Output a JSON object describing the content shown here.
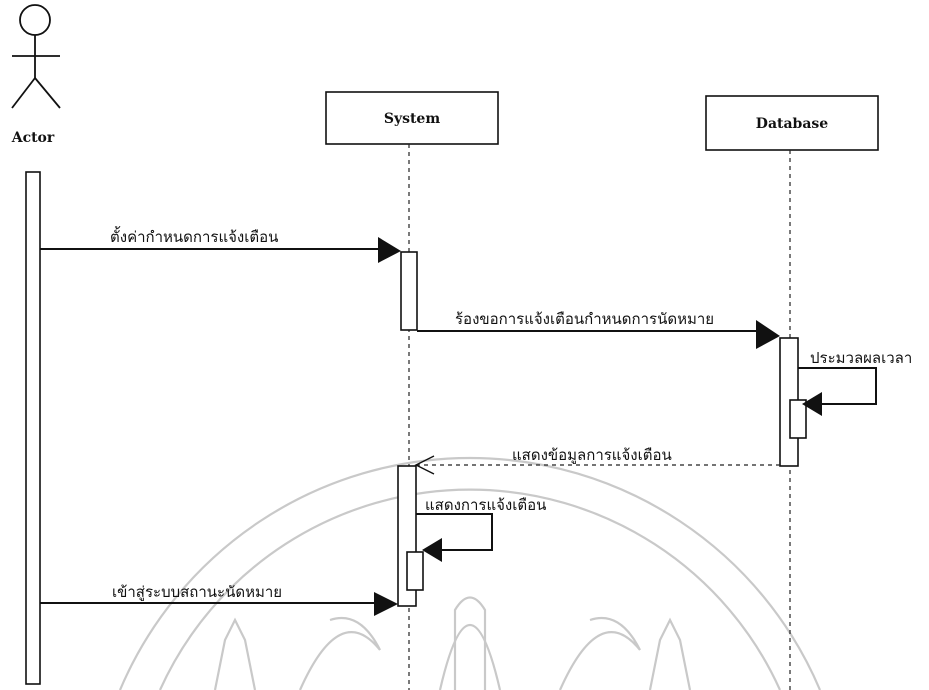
{
  "participants": {
    "actor": "Actor",
    "system": "System",
    "database": "Database"
  },
  "messages": [
    {
      "id": "m1",
      "label": "ตั้งค่ากำหนดการแจ้งเตือน",
      "kind": "sync"
    },
    {
      "id": "m2",
      "label": "ร้องขอการแจ้งเตือนกำหนดการนัดหมาย",
      "kind": "sync"
    },
    {
      "id": "m3",
      "label": "ประมวลผลเวลา",
      "kind": "self"
    },
    {
      "id": "m4",
      "label": "แสดงข้อมูลการแจ้งเตือน",
      "kind": "return"
    },
    {
      "id": "m5",
      "label": "แสดงการแจ้งเตือน",
      "kind": "self"
    },
    {
      "id": "m6",
      "label": "เข้าสู่ระบบสถานะนัดหมาย",
      "kind": "sync"
    }
  ],
  "watermark": "university-emblem"
}
